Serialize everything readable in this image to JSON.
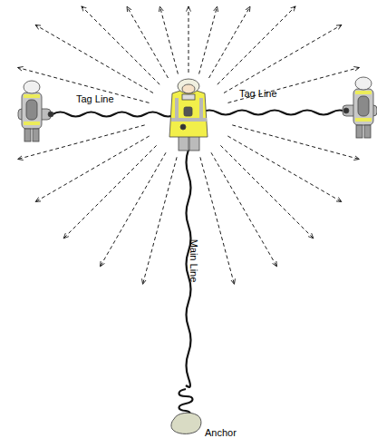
{
  "diagram": {
    "labels": [
      "Tag Line",
      "Tag Line",
      "Main Line",
      "Anchor"
    ]
  }
}
